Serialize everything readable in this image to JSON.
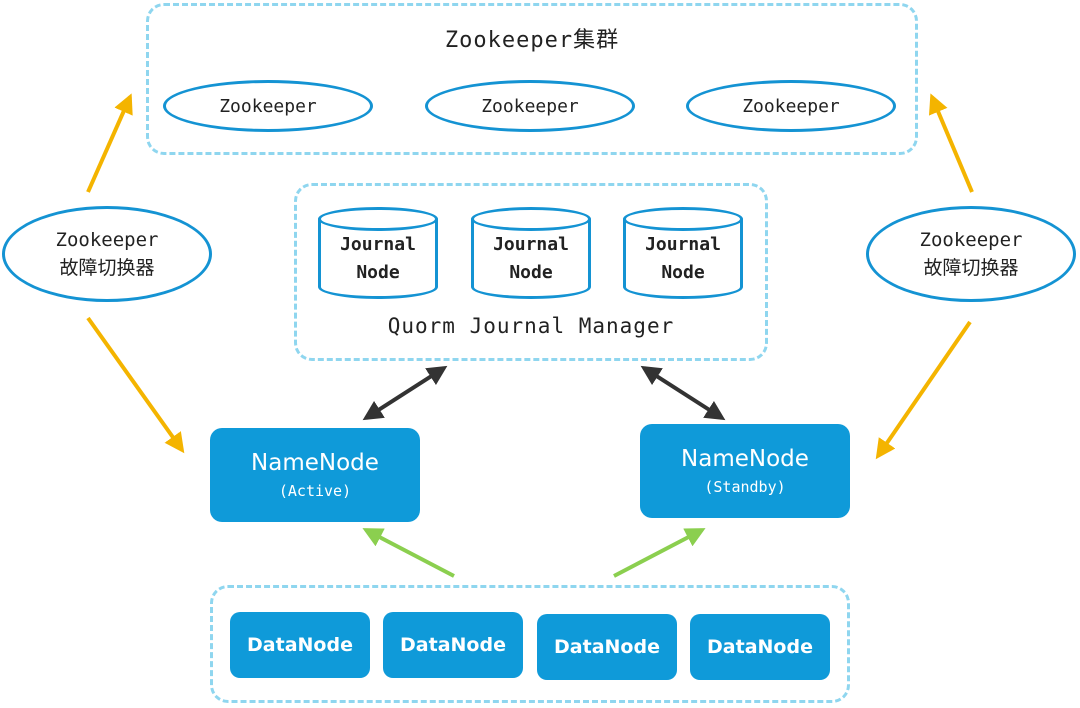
{
  "zookeeper_cluster": {
    "title": "Zookeeper集群",
    "nodes": [
      {
        "label": "Zookeeper"
      },
      {
        "label": "Zookeeper"
      },
      {
        "label": "Zookeeper"
      }
    ]
  },
  "failover_controllers": [
    {
      "line1": "Zookeeper",
      "line2": "故障切换器"
    },
    {
      "line1": "Zookeeper",
      "line2": "故障切换器"
    }
  ],
  "qjm": {
    "label": "Quorm Journal Manager",
    "journal_nodes": [
      {
        "line1": "Journal",
        "line2": "Node"
      },
      {
        "line1": "Journal",
        "line2": "Node"
      },
      {
        "line1": "Journal",
        "line2": "Node"
      }
    ]
  },
  "namenodes": [
    {
      "title": "NameNode",
      "state": "(Active)"
    },
    {
      "title": "NameNode",
      "state": "(Standby)"
    }
  ],
  "datanodes": [
    {
      "label": "DataNode"
    },
    {
      "label": "DataNode"
    },
    {
      "label": "DataNode"
    },
    {
      "label": "DataNode"
    }
  ],
  "colors": {
    "node_fill": "#0f9ad9",
    "outline": "#1493d3",
    "group_border": "#8fd6ef",
    "failover_arrow": "#f4b400",
    "datanode_arrow": "#8bcf4f",
    "qjm_arrow": "#333333"
  }
}
